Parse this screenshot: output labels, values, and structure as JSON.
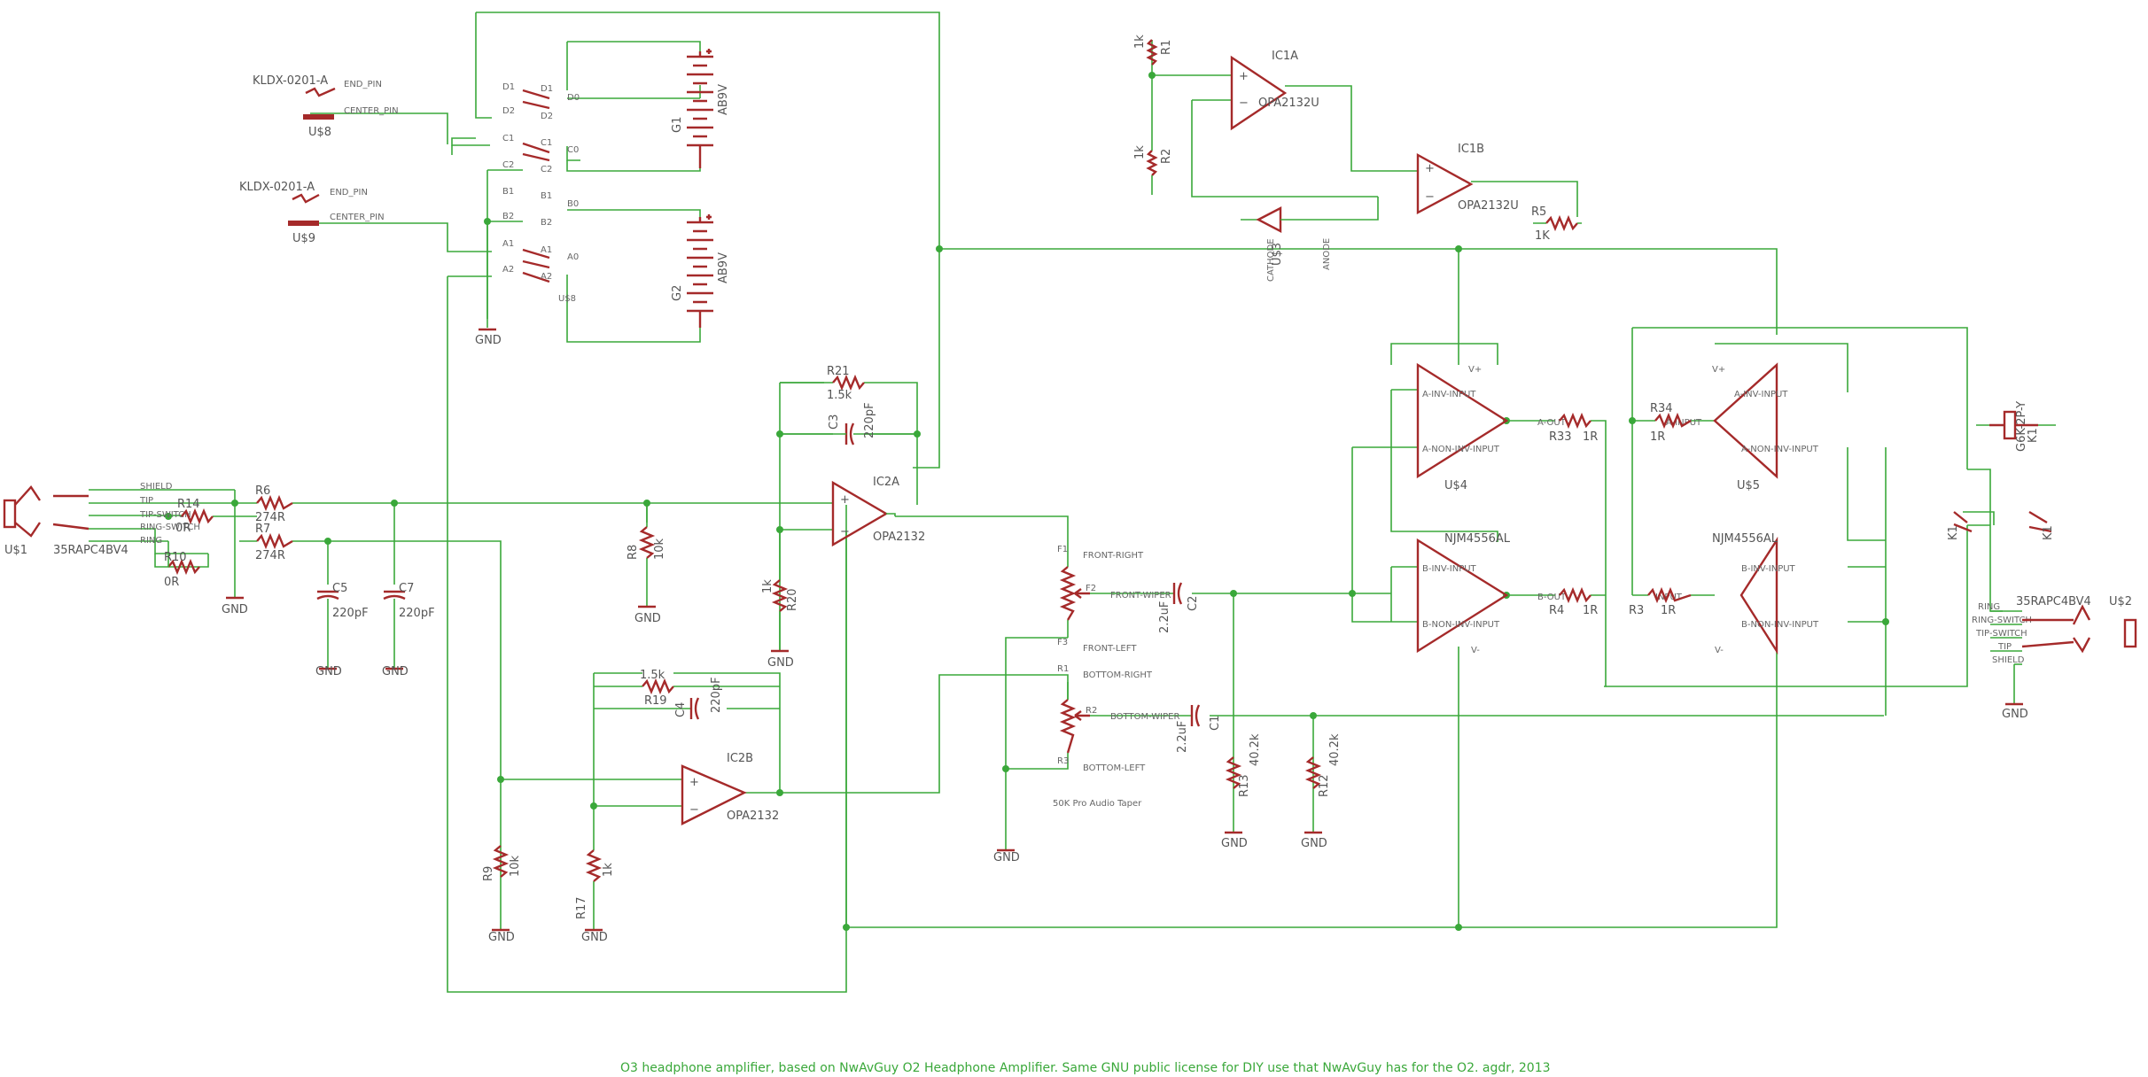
{
  "footer": "O3 headphone amplifier, based on NwAvGuy O2 Headphone Amplifier.  Same GNU public license for DIY use that NwAvGuy has for the O2.  agdr, 2013",
  "colors": {
    "wire": "#3aa83a",
    "part": "#a52a2a",
    "label": "#555555"
  },
  "connectors": {
    "us8": {
      "part": "KLDX-0201-A",
      "end": "END_PIN",
      "center": "CENTER_PIN",
      "name": "U$8"
    },
    "us9": {
      "part": "KLDX-0201-A",
      "end": "END_PIN",
      "center": "CENTER_PIN",
      "name": "U$9"
    }
  },
  "switch": {
    "name": "U$8",
    "pins": [
      "D1",
      "D2",
      "D0",
      "D1",
      "D2",
      "C1",
      "C2",
      "C0",
      "C1",
      "C2",
      "B1",
      "B2",
      "B0",
      "B1",
      "B2",
      "A1",
      "A2",
      "A0",
      "A1",
      "A2"
    ]
  },
  "batteries": {
    "g1": {
      "name": "G1",
      "value": "AB9V"
    },
    "g2": {
      "name": "G2",
      "value": "AB9V"
    }
  },
  "gnd": "GND",
  "opamps": {
    "ic1a": {
      "name": "IC1A",
      "value": "OPA2132U"
    },
    "ic1b": {
      "name": "IC1B",
      "value": "OPA2132U"
    },
    "ic2a": {
      "name": "IC2A",
      "value": "OPA2132"
    },
    "ic2b": {
      "name": "IC2B",
      "value": "OPA2132"
    },
    "us4": {
      "name": "U$4",
      "pin_a_inv": "A-INV-INPUT",
      "pin_a_non": "A-NON-INV-INPUT",
      "pin_a_out": "A-OUT",
      "vplus": "V+"
    },
    "njm_a": {
      "name": "NJM4556AL",
      "pin_b_inv": "B-INV-INPUT",
      "pin_b_non": "B-NON-INV-INPUT",
      "pin_b_out": "B-OUT",
      "vminus": "V-"
    },
    "us5": {
      "name": "U$5",
      "pin_a_inv": "A-INV-INPUT",
      "pin_a_non": "A-NON-INV-INPUT",
      "pin_a_in": "A-INPUT",
      "vplus": "V+"
    },
    "njm_b": {
      "name": "NJM4556AL",
      "pin_b_inv": "B-INV-INPUT",
      "pin_b_non": "B-NON-INV-INPUT",
      "pin_b_in": "INPUT",
      "vminus": "V-"
    }
  },
  "resistors": {
    "r1": {
      "name": "R1",
      "value": "1k"
    },
    "r2": {
      "name": "R2",
      "value": "1k"
    },
    "r5": {
      "name": "R5",
      "value": "1K"
    },
    "r6": {
      "name": "R6",
      "value": "274R"
    },
    "r7": {
      "name": "R7",
      "value": "274R"
    },
    "r8": {
      "name": "R8",
      "value": "10k"
    },
    "r9": {
      "name": "R9",
      "value": "10k"
    },
    "r10": {
      "name": "R10",
      "value": "0R"
    },
    "r14": {
      "name": "R14",
      "value": "0R"
    },
    "r17": {
      "name": "R17",
      "value": "1k"
    },
    "r19": {
      "name": "R19",
      "value": "1.5k"
    },
    "r20": {
      "name": "R20",
      "value": "1k"
    },
    "r21": {
      "name": "R21",
      "value": "1.5k"
    },
    "r33": {
      "name": "R33",
      "value": "1R"
    },
    "r34": {
      "name": "R34",
      "value": "1R"
    },
    "r3": {
      "name": "R3",
      "value": "1R"
    },
    "r4": {
      "name": "R4",
      "value": "1R"
    },
    "r12": {
      "name": "R12",
      "value": "40.2k"
    },
    "r13": {
      "name": "R13",
      "value": "40.2k"
    }
  },
  "capacitors": {
    "c1": {
      "name": "C1",
      "value": "2.2uF"
    },
    "c2": {
      "name": "C2",
      "value": "2.2uF"
    },
    "c3": {
      "name": "C3",
      "value": "220pF"
    },
    "c4": {
      "name": "C4",
      "value": "220pF"
    },
    "c5": {
      "name": "C5",
      "value": "220pF"
    },
    "c7": {
      "name": "C7",
      "value": "220pF"
    }
  },
  "pot": {
    "f1": "F1",
    "f2": "F2",
    "f3": "F3",
    "r1": "R1",
    "r2": "R2",
    "r3": "R3",
    "front_right": "FRONT-RIGHT",
    "front_wiper": "FRONT-WIPER",
    "front_left": "FRONT-LEFT",
    "bottom_right": "BOTTOM-RIGHT",
    "bottom_wiper": "BOTTOM-WIPER",
    "bottom_left": "BOTTOM-LEFT",
    "taper": "50K Pro Audio Taper"
  },
  "diode": {
    "name": "U$3",
    "cathode": "CATHODE",
    "anode": "ANODE"
  },
  "jack_in": {
    "name": "U$1",
    "part": "35RAPC4BV4",
    "shield": "SHIELD",
    "tip": "TIP",
    "tip_switch": "TIP-SWITCH",
    "ring_switch": "RING-SWITCH",
    "ring": "RING"
  },
  "jack_out": {
    "name": "U$2",
    "part": "35RAPC4BV4",
    "ring": "RING",
    "ring_switch": "RING-SWITCH",
    "tip_switch": "TIP-SWITCH",
    "tip": "TIP",
    "shield": "SHIELD"
  },
  "relay": {
    "name": "K1",
    "part": "G6K-2P-Y"
  }
}
